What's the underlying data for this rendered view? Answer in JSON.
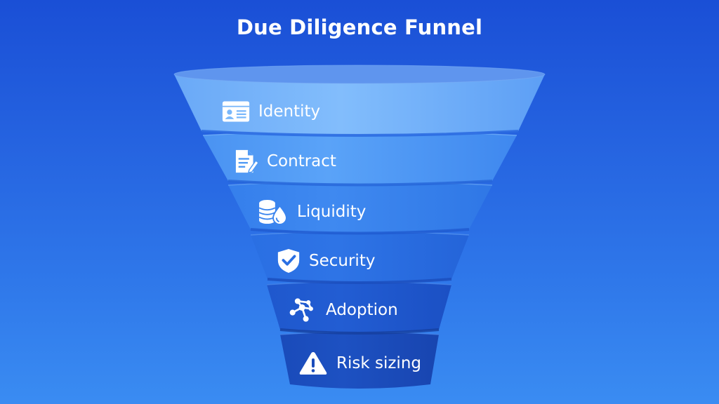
{
  "title": "Due Diligence Funnel",
  "colors": {
    "background_top": "#1a4fd6",
    "background_bottom": "#3a8cf2",
    "stage_1": "#7ab8fb",
    "stage_2": "#4f9af5",
    "stage_3": "#3a84ee",
    "stage_4": "#2a6fe3",
    "stage_5": "#1f5ad0",
    "stage_6": "#1a4cbb",
    "text": "#ffffff"
  },
  "stages": [
    {
      "label": "Identity",
      "icon": "id-card-icon"
    },
    {
      "label": "Contract",
      "icon": "document-edit-icon"
    },
    {
      "label": "Liquidity",
      "icon": "coins-droplet-icon"
    },
    {
      "label": "Security",
      "icon": "shield-check-icon"
    },
    {
      "label": "Adoption",
      "icon": "network-nodes-icon"
    },
    {
      "label": "Risk sizing",
      "icon": "warning-triangle-icon"
    }
  ]
}
